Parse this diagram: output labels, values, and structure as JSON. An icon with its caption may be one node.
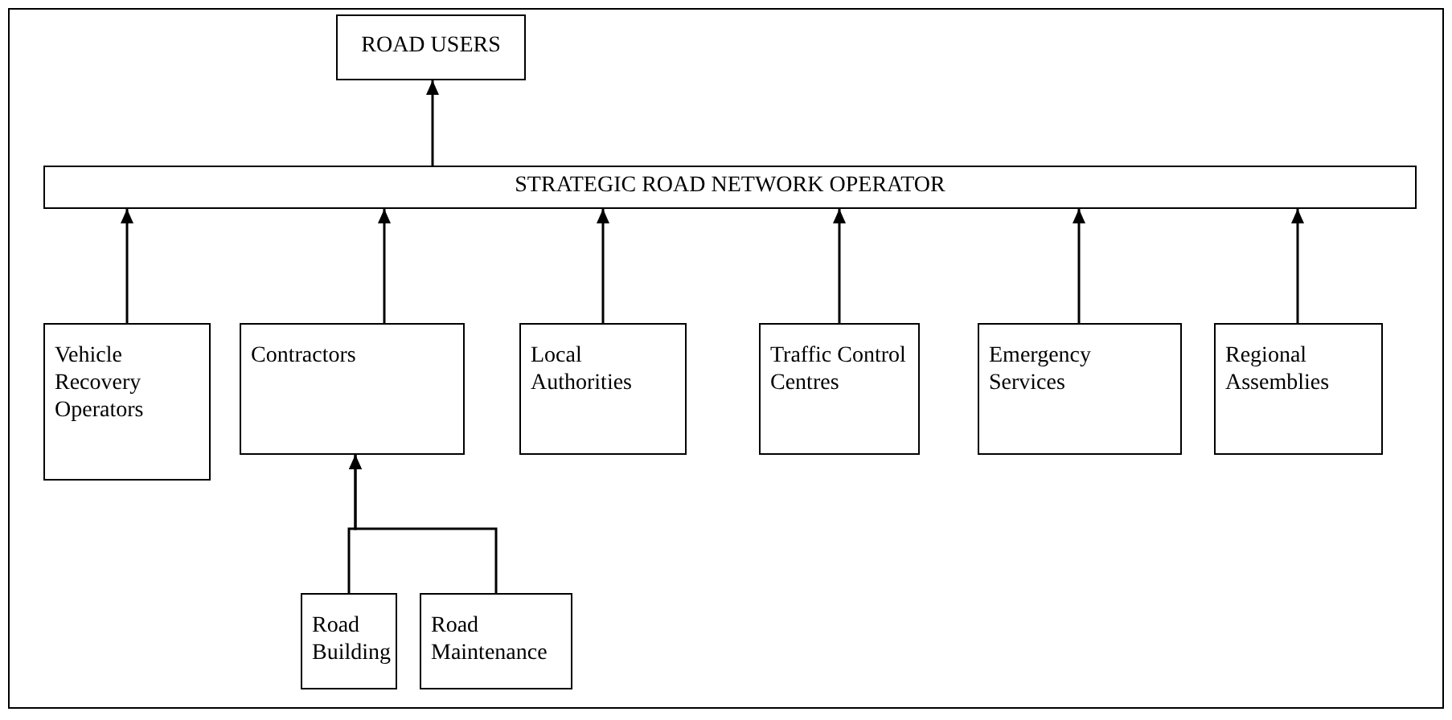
{
  "diagram": {
    "nodes": [
      {
        "text": [
          "ROAD USERS"
        ]
      },
      {
        "text": [
          "STRATEGIC ROAD NETWORK OPERATOR"
        ]
      },
      {
        "text": [
          "Vehicle Recovery Operators"
        ]
      },
      {
        "text": [
          "Contractors"
        ]
      },
      {
        "text": [
          "Local Authorities"
        ]
      },
      {
        "text": [
          "Traffic Control Centres"
        ]
      },
      {
        "text": [
          "Emergency Services"
        ]
      },
      {
        "text": [
          "Regional Assemblies"
        ]
      },
      {
        "text": [
          "Road Building"
        ]
      },
      {
        "text": [
          "Road Maintenance"
        ]
      }
    ],
    "edges": [
      {
        "from": 1,
        "to": 0,
        "arrow": "to"
      },
      {
        "from": 2,
        "to": 1,
        "arrow": "to"
      },
      {
        "from": 3,
        "to": 1,
        "arrow": "to"
      },
      {
        "from": 4,
        "to": 1,
        "arrow": "to"
      },
      {
        "from": 5,
        "to": 1,
        "arrow": "to"
      },
      {
        "from": 6,
        "to": 1,
        "arrow": "to"
      },
      {
        "from": 7,
        "to": 1,
        "arrow": "to"
      },
      {
        "from": 8,
        "to": 3,
        "arrow": "to"
      },
      {
        "from": 9,
        "to": 3,
        "arrow": "to"
      }
    ]
  }
}
